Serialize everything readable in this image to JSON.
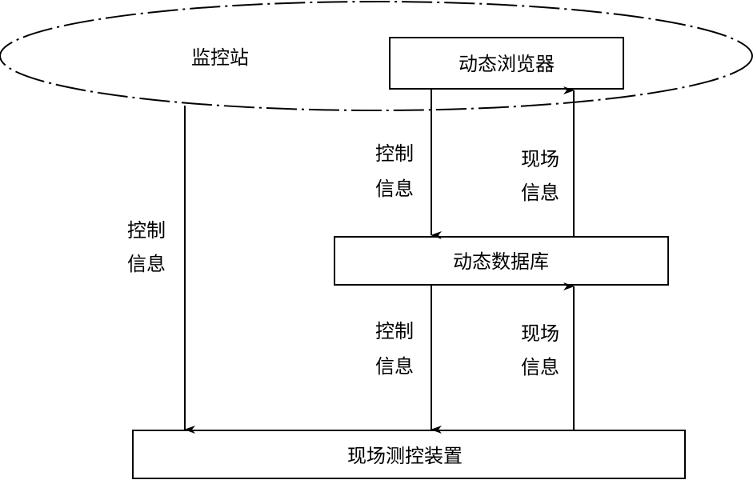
{
  "diagram": {
    "station": {
      "label": "监控站"
    },
    "browser": {
      "label": "动态浏览器"
    },
    "database": {
      "label": "动态数据库"
    },
    "device": {
      "label": "现场测控装置"
    },
    "arrows": {
      "station_to_device": {
        "label_line1": "控制",
        "label_line2": "信息"
      },
      "browser_to_database": {
        "label_line1": "控制",
        "label_line2": "信息"
      },
      "database_to_browser": {
        "label_line1": "现场",
        "label_line2": "信息"
      },
      "database_to_device": {
        "label_line1": "控制",
        "label_line2": "信息"
      },
      "device_to_database": {
        "label_line1": "现场",
        "label_line2": "信息"
      }
    }
  }
}
